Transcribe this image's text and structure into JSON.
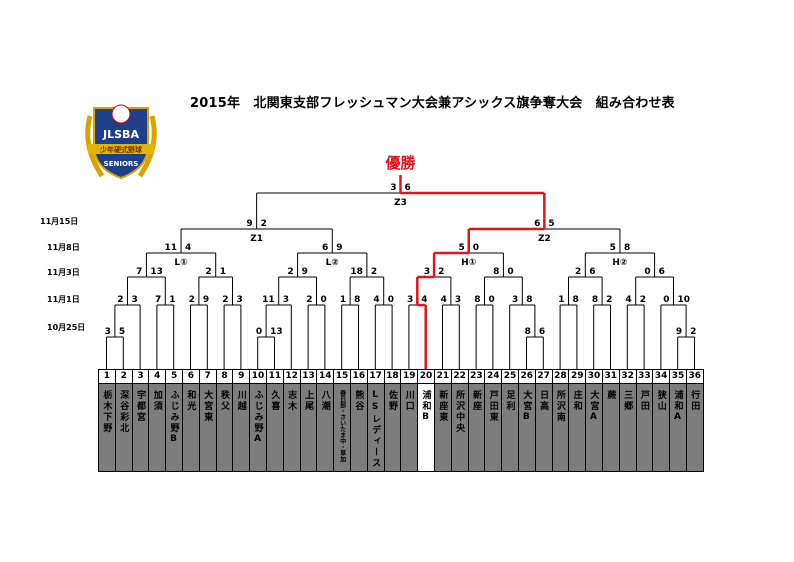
{
  "title": "2015年　北関東支部フレッシュマン大会兼アシックス旗争奪大会　組み合わせ表",
  "champion_label": "優勝",
  "logo": {
    "text_top": "JLSBA",
    "text_ribbon": "少年硬式野球",
    "text_bottom": "SENIORS",
    "colors": {
      "shield": "#1e3f8a",
      "wreath": "#d9a400",
      "ribbon": "#e0b400"
    }
  },
  "colors": {
    "winner_path": "#e0151b",
    "line": "#000000",
    "name_bg": "#7d7d7d"
  },
  "dates": [
    "11月15日",
    "11月8日",
    "11月3日",
    "11月1日",
    "10月25日"
  ],
  "teams": [
    {
      "no": "1",
      "name": "栃木下野"
    },
    {
      "no": "2",
      "name": "深谷彩北"
    },
    {
      "no": "3",
      "name": "宇都宮"
    },
    {
      "no": "4",
      "name": "加須"
    },
    {
      "no": "5",
      "name": "ふじみ野B"
    },
    {
      "no": "6",
      "name": "和光"
    },
    {
      "no": "7",
      "name": "大宮東"
    },
    {
      "no": "8",
      "name": "秩父"
    },
    {
      "no": "9",
      "name": "川越"
    },
    {
      "no": "10",
      "name": "ふじみ野A"
    },
    {
      "no": "11",
      "name": "久喜"
    },
    {
      "no": "12",
      "name": "志木"
    },
    {
      "no": "13",
      "name": "上尾"
    },
    {
      "no": "14",
      "name": "八潮"
    },
    {
      "no": "15",
      "name": "春日部・さいたま中・草加"
    },
    {
      "no": "16",
      "name": "熊谷"
    },
    {
      "no": "17",
      "name": "LSレディース"
    },
    {
      "no": "18",
      "name": "佐野"
    },
    {
      "no": "19",
      "name": "川口"
    },
    {
      "no": "20",
      "name": "浦和B"
    },
    {
      "no": "21",
      "name": "新座東"
    },
    {
      "no": "22",
      "name": "所沢中央"
    },
    {
      "no": "23",
      "name": "新座"
    },
    {
      "no": "24",
      "name": "戸田東"
    },
    {
      "no": "25",
      "name": "足利"
    },
    {
      "no": "26",
      "name": "大宮B"
    },
    {
      "no": "27",
      "name": "日高"
    },
    {
      "no": "28",
      "name": "所沢南"
    },
    {
      "no": "29",
      "name": "庄和"
    },
    {
      "no": "30",
      "name": "大宮A"
    },
    {
      "no": "31",
      "name": "蕨"
    },
    {
      "no": "32",
      "name": "三郷"
    },
    {
      "no": "33",
      "name": "戸田"
    },
    {
      "no": "34",
      "name": "狭山"
    },
    {
      "no": "35",
      "name": "浦和A"
    },
    {
      "no": "36",
      "name": "行田"
    }
  ],
  "round_labels": {
    "final": "Z3",
    "semi_left": "Z1",
    "semi_right": "Z2",
    "qf": [
      "L①",
      "L②",
      "H①",
      "H②"
    ]
  },
  "scores": {
    "r0": [
      [
        "3",
        "5"
      ],
      [
        "0",
        "13"
      ],
      [
        "8",
        "6"
      ],
      [
        "9",
        "2"
      ]
    ],
    "r1": [
      [
        "2",
        "3"
      ],
      [
        "7",
        "1"
      ],
      [
        "2",
        "9"
      ],
      [
        "2",
        "3"
      ],
      [
        "11",
        "3"
      ],
      [
        "2",
        "0"
      ],
      [
        "1",
        "8"
      ],
      [
        "4",
        "0"
      ],
      [
        "3",
        "4"
      ],
      [
        "4",
        "3"
      ],
      [
        "8",
        "0"
      ],
      [
        "3",
        "8"
      ],
      [
        "1",
        "8"
      ],
      [
        "8",
        "2"
      ],
      [
        "4",
        "2"
      ],
      [
        "0",
        "10"
      ]
    ],
    "r2": [
      [
        "7",
        "13"
      ],
      [
        "2",
        "1"
      ],
      [
        "2",
        "9"
      ],
      [
        "18",
        "2"
      ],
      [
        "3",
        "2"
      ],
      [
        "8",
        "0"
      ],
      [
        "2",
        "6"
      ],
      [
        "0",
        "6"
      ]
    ],
    "r3": [
      [
        "11",
        "4"
      ],
      [
        "6",
        "9"
      ],
      [
        "5",
        "0"
      ],
      [
        "5",
        "8"
      ]
    ],
    "r4": [
      [
        "9",
        "2"
      ],
      [
        "6",
        "5"
      ]
    ],
    "r5": [
      "3",
      "6"
    ]
  }
}
